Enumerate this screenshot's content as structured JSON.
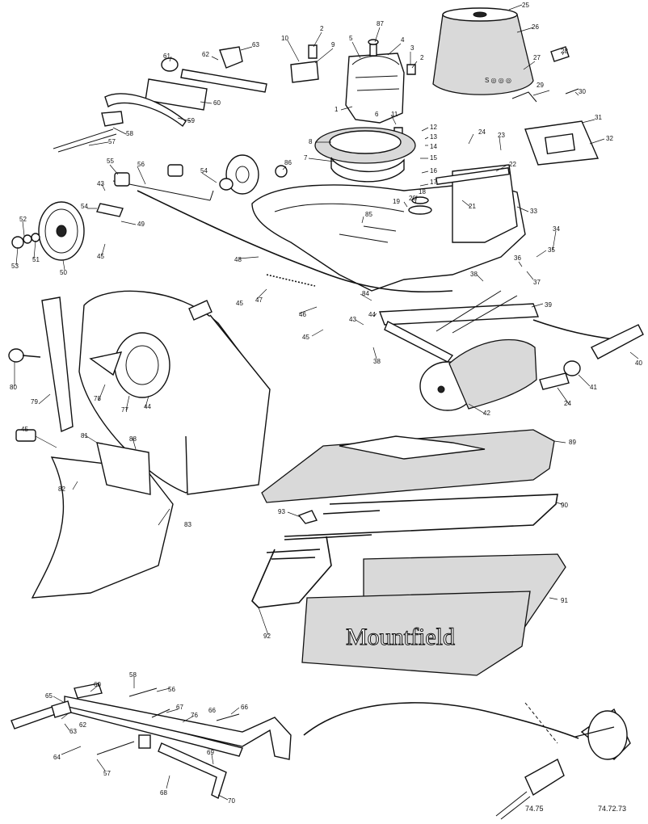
{
  "brand": "Mountfield",
  "refs": {
    "r_7475": "74.75",
    "r_747273": "74.72.73"
  },
  "labels": {
    "l10": "10",
    "l2a": "2",
    "l9": "9",
    "l5": "5",
    "l87": "87",
    "l4": "4",
    "l3": "3",
    "l2b": "2",
    "l25": "25",
    "l26": "26",
    "l27": "27",
    "l28": "28",
    "l29": "29",
    "l30": "30",
    "l31": "31",
    "l32": "32",
    "l61": "61",
    "l62": "62",
    "l63": "63",
    "l60": "60",
    "l59": "59",
    "l58": "58",
    "l57": "57",
    "l1": "1",
    "l6": "6",
    "l11": "11",
    "l8": "8",
    "l7": "7",
    "l12": "12",
    "l13": "13",
    "l14": "14",
    "l15": "15",
    "l16": "16",
    "l17": "17",
    "l18": "18",
    "l19": "19",
    "l20": "20",
    "l21": "21",
    "l22": "22",
    "l23": "23",
    "l24a": "24",
    "l33": "33",
    "l85": "85",
    "l86": "86",
    "l55": "55",
    "l56": "56",
    "l54a": "54",
    "l54b": "54",
    "l43a": "43",
    "l49": "49",
    "l52": "52",
    "l53": "53",
    "l51": "51",
    "l50": "50",
    "l45a": "45",
    "l48": "48",
    "l47": "47",
    "l46": "46",
    "l45b": "45",
    "l45c": "45",
    "l84": "84",
    "l34": "34",
    "l35": "35",
    "l36": "36",
    "l37": "37",
    "l38a": "38",
    "l39": "39",
    "l43b": "43",
    "l44a": "44",
    "l38b": "38",
    "l40": "40",
    "l41": "41",
    "l24b": "24",
    "l42": "42",
    "l80": "80",
    "l79": "79",
    "l78": "78",
    "l77": "77",
    "l44b": "44",
    "l81": "81",
    "l88": "88",
    "l45d": "45",
    "l82": "82",
    "l83": "83",
    "l89": "89",
    "l90": "90",
    "l93": "93",
    "l91": "91",
    "l92": "92",
    "l58b": "58",
    "l60b": "60",
    "l65": "65",
    "l56b": "56",
    "l67": "67",
    "l66a": "66",
    "l76": "76",
    "l66b": "66",
    "l62b": "62",
    "l63b": "63",
    "l64": "64",
    "l57b": "57",
    "l68": "68",
    "l69": "69",
    "l70": "70"
  }
}
